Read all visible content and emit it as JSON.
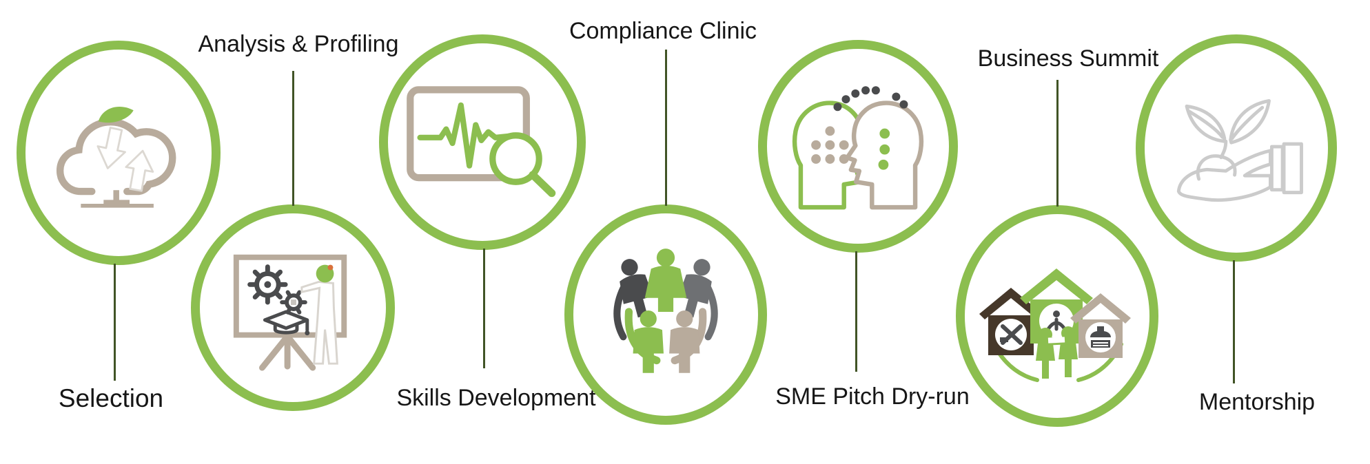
{
  "diagram": {
    "type": "process-flow",
    "steps": [
      {
        "label": "Selection",
        "icon": "cloud-transfer-icon",
        "circle_row": "top",
        "label_position": "below"
      },
      {
        "label": "Analysis & Profiling",
        "icon": "trainer-whiteboard-icon",
        "circle_row": "bottom",
        "label_position": "above"
      },
      {
        "label": "Skills Development",
        "icon": "pulse-chart-magnifier-icon",
        "circle_row": "top",
        "label_position": "below"
      },
      {
        "label": "Compliance Clinic",
        "icon": "people-huddle-icon",
        "circle_row": "bottom",
        "label_position": "above"
      },
      {
        "label": "SME Pitch Dry-run",
        "icon": "talking-heads-icon",
        "circle_row": "top",
        "label_position": "below"
      },
      {
        "label": "Business Summit",
        "icon": "community-houses-icon",
        "circle_row": "bottom",
        "label_position": "above"
      },
      {
        "label": "Mentorship",
        "icon": "hand-seedling-icon",
        "circle_row": "top",
        "label_position": "below"
      }
    ]
  },
  "colors": {
    "green": "#8CBE4F",
    "olive": "#415426",
    "tan": "#B8AB9C",
    "lightgray": "#CBCBCB",
    "darkgray": "#4A4B4D",
    "midgray": "#6E7073",
    "brown": "#46382A",
    "orange": "#D9713B",
    "text": "#161616"
  }
}
